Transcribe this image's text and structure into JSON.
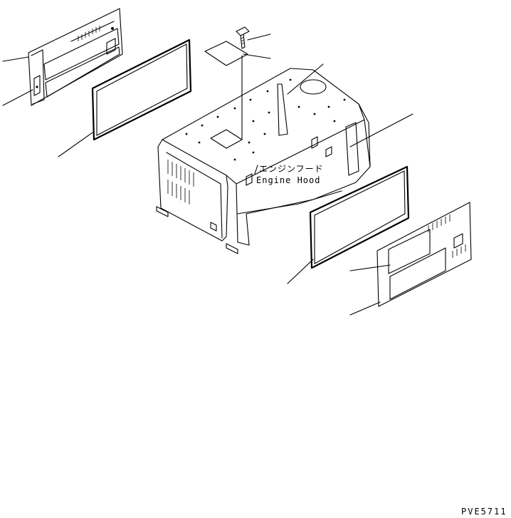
{
  "labels": {
    "part_name_jp": "エンジンフード",
    "part_name_en": "Engine Hood",
    "figure_code": "PVE5711"
  }
}
